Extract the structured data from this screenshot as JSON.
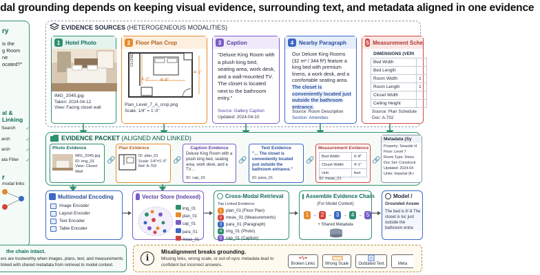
{
  "title": "odal grounding depends on keeping visual evidence, surrounding text, and metadata aligned in one evidence",
  "left": {
    "head1": "ry",
    "question": [
      "is the",
      "g Room",
      "ne",
      "ocated?\""
    ],
    "head2": "al & Linking",
    "items": [
      {
        "label": "Search",
        "check": "✓"
      },
      {
        "label": "arch",
        "check": "✓"
      },
      {
        "label": "arch",
        "check": "✓"
      },
      {
        "label": "ata Filter",
        "check": "✓"
      }
    ],
    "head3": "r",
    "sub3": "modal links"
  },
  "sources": {
    "title_bold": "EVIDENCE SOURCES",
    "title_thin": "(HETEROGENEOUS MODALITIES)",
    "hotel": {
      "num": "1",
      "label": "Hotel Photo",
      "file": "IMG_2045.jpg",
      "taken": "Taken:  2024-04-12",
      "view": "View:  Facing closet wall"
    },
    "floor": {
      "num": "2",
      "label": "Floor Plan Crop",
      "closet": "CLOSET",
      "dim1": "4'-1\"",
      "dim2": "6'-8\"",
      "dim3": "4'-1\"",
      "file": "Plan_Level_7_A_crop.png",
      "scale": "Scale: 1/4\" = 1'-0\""
    },
    "caption": {
      "num": "3",
      "label": "Caption",
      "text": "\"Deluxe King Room with a plush king bed, seating area, work desk, and a wall-mounted TV. The closet is located next to the bathroom entry.\"",
      "source": "Source:  Gallery Caption",
      "updated": "Updated:  2024-04-10"
    },
    "paragraph": {
      "num": "4",
      "label": "Nearby Paragraph",
      "text_a": "Our Deluxe King Rooms (32 m² / 344 ft²) feature a king bed with premium linens, a work desk, and a comfortable seating area.",
      "text_b": "The closet is conveniently located just outside the bathroom entrance.",
      "source": "Source:  Room Description",
      "section": "Section:  Amenities"
    },
    "measure": {
      "num": "5",
      "label": "Measurement Sche",
      "dims_title": "DIMENSIONS (VERI",
      "rows": [
        "Bed Width",
        "Bed Length",
        "Room Width",
        "Room Length",
        "Closet Width",
        "Ceiling Height"
      ],
      "row_vals": [
        "",
        "",
        "1",
        "1",
        "",
        ""
      ],
      "source": "Source:  Plan Schedule",
      "doc": "Doc:  A-702"
    }
  },
  "packet": {
    "title_bold": "EVIDENCE PACKET",
    "title_thin": "(ALIGNED AND LINKED)",
    "photo": {
      "label": "Photo Evidence",
      "file": "IMG_2045.jpg",
      "id": "ID:  img_01",
      "view": "View:  Closet Wall"
    },
    "plan": {
      "label": "Plan Evidence",
      "id": "ID:  plan_01",
      "scale": "Scale: 1/4\"=1'-0\"",
      "ref": "Ref:  A-702"
    },
    "caption": {
      "label": "Caption Evidence",
      "text": "Deluxe King Room with a plush king bed, seating area, work desk, and a TV…",
      "id": "ID:  cap_01"
    },
    "text": {
      "label": "Text Evidence",
      "text": "\"… The closet is conveniently located just outside the bathroom entrance.\"",
      "id": "ID:  para_01"
    },
    "measure": {
      "label": "Measurement Evidence",
      "rows": [
        [
          "Bed Width",
          "6'-8\""
        ],
        [
          "Closet Width",
          "4'-1\""
        ],
        [
          "Unit",
          "feet"
        ]
      ],
      "id": "ID:  meas_01"
    },
    "meta": {
      "label": "Metadata (Sy",
      "rows": [
        "Property:  Seaside H",
        "Floor:  Level 7",
        "Room Type:  Delux",
        "Doc Set:  Constructi",
        "Updated:  2024-04",
        "Units:  Imperial (ft-i"
      ]
    }
  },
  "pipeline": {
    "encoding": {
      "label": "Multimodal Encoding",
      "rows": [
        "Image Encoder",
        "Layout Encoder",
        "Text Encoder",
        "Table Encoder"
      ]
    },
    "vector": {
      "label": "Vector Store (Indexed)",
      "ids": [
        "img_01",
        "plan_01",
        "cap_01",
        "para_01",
        "meas_01"
      ]
    },
    "retrieval": {
      "label": "Cross-Modal Retrieval",
      "sub": "Top Linked Evidence",
      "rows": [
        "plan_01 (Floor Plan)",
        "meas_01 (Measurements)",
        "para_01 (Paragraph)",
        "img_01 (Photo)",
        "cap_01 (Caption)"
      ],
      "nums": [
        "1",
        "2",
        "3",
        "4",
        "5"
      ]
    },
    "chain": {
      "label": "Assemble Evidence Chain",
      "sub": "(For Model Context)",
      "nums": [
        "1",
        "2",
        "3",
        "4",
        "5"
      ],
      "shared": "+ Shared Metadata"
    },
    "model": {
      "label": "Model / ",
      "sub": "Grounded Answe",
      "text": "The bed is 6'-8 The closet is loc just outside the bathroom entra"
    }
  },
  "footer": {
    "left_a": "the chain intact.",
    "left_b": "ers are trustworthy when images, plans, text, and measurements",
    "left_c": "linked with shared metadata from retrieval to model context.",
    "warn_title": "Misalignment breaks grounding.",
    "warn_text": "Missing links, wrong scale, or out-of-sync metadata lead to confident but incorrect answers.",
    "tags": [
      "Broken Links",
      "Wrong Scale",
      "Outdated Text",
      "Meta"
    ]
  },
  "colors": {
    "green": "#2f8f6f",
    "orange": "#e58a2b",
    "purple": "#7b5cc4",
    "blue": "#3a68c2",
    "red": "#d2453d",
    "gray": "#8a96a8"
  }
}
